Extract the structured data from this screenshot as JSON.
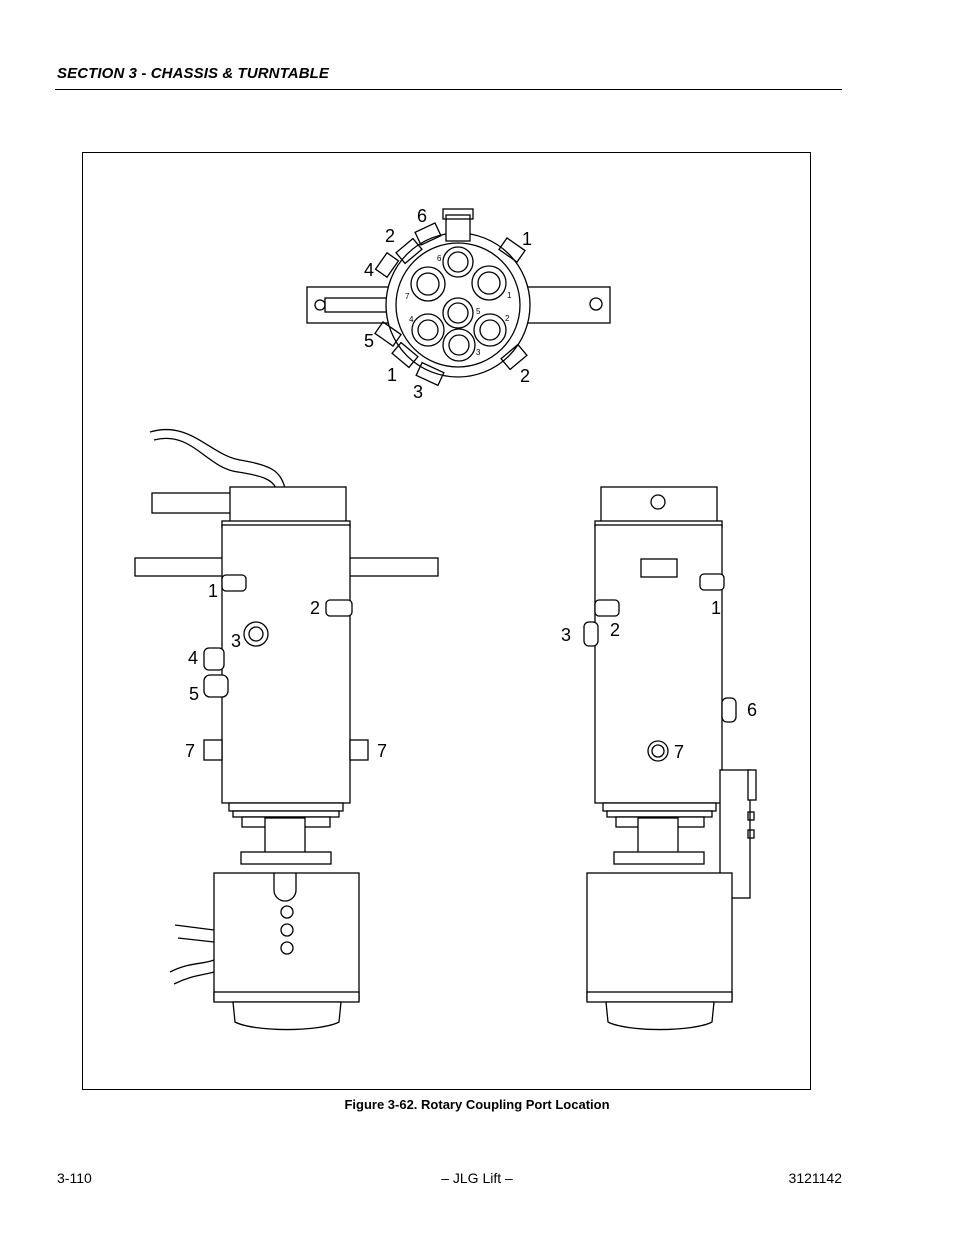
{
  "header": {
    "section_title": "SECTION 3 - CHASSIS & TURNTABLE"
  },
  "figure": {
    "caption": "Figure 3-62.  Rotary Coupling Port Location",
    "top_view_callouts": {
      "outer": [
        "6",
        "2",
        "4",
        "5",
        "1",
        "3",
        "1",
        "2"
      ],
      "inner": [
        "6",
        "7",
        "4",
        "1",
        "5",
        "2",
        "3"
      ]
    },
    "left_side_callouts": [
      "1",
      "2",
      "3",
      "4",
      "5",
      "7",
      "7"
    ],
    "right_side_callouts": [
      "1",
      "2",
      "3",
      "6",
      "7"
    ]
  },
  "footer": {
    "page_number": "3-110",
    "center_text": "– JLG Lift –",
    "doc_number": "3121142"
  }
}
